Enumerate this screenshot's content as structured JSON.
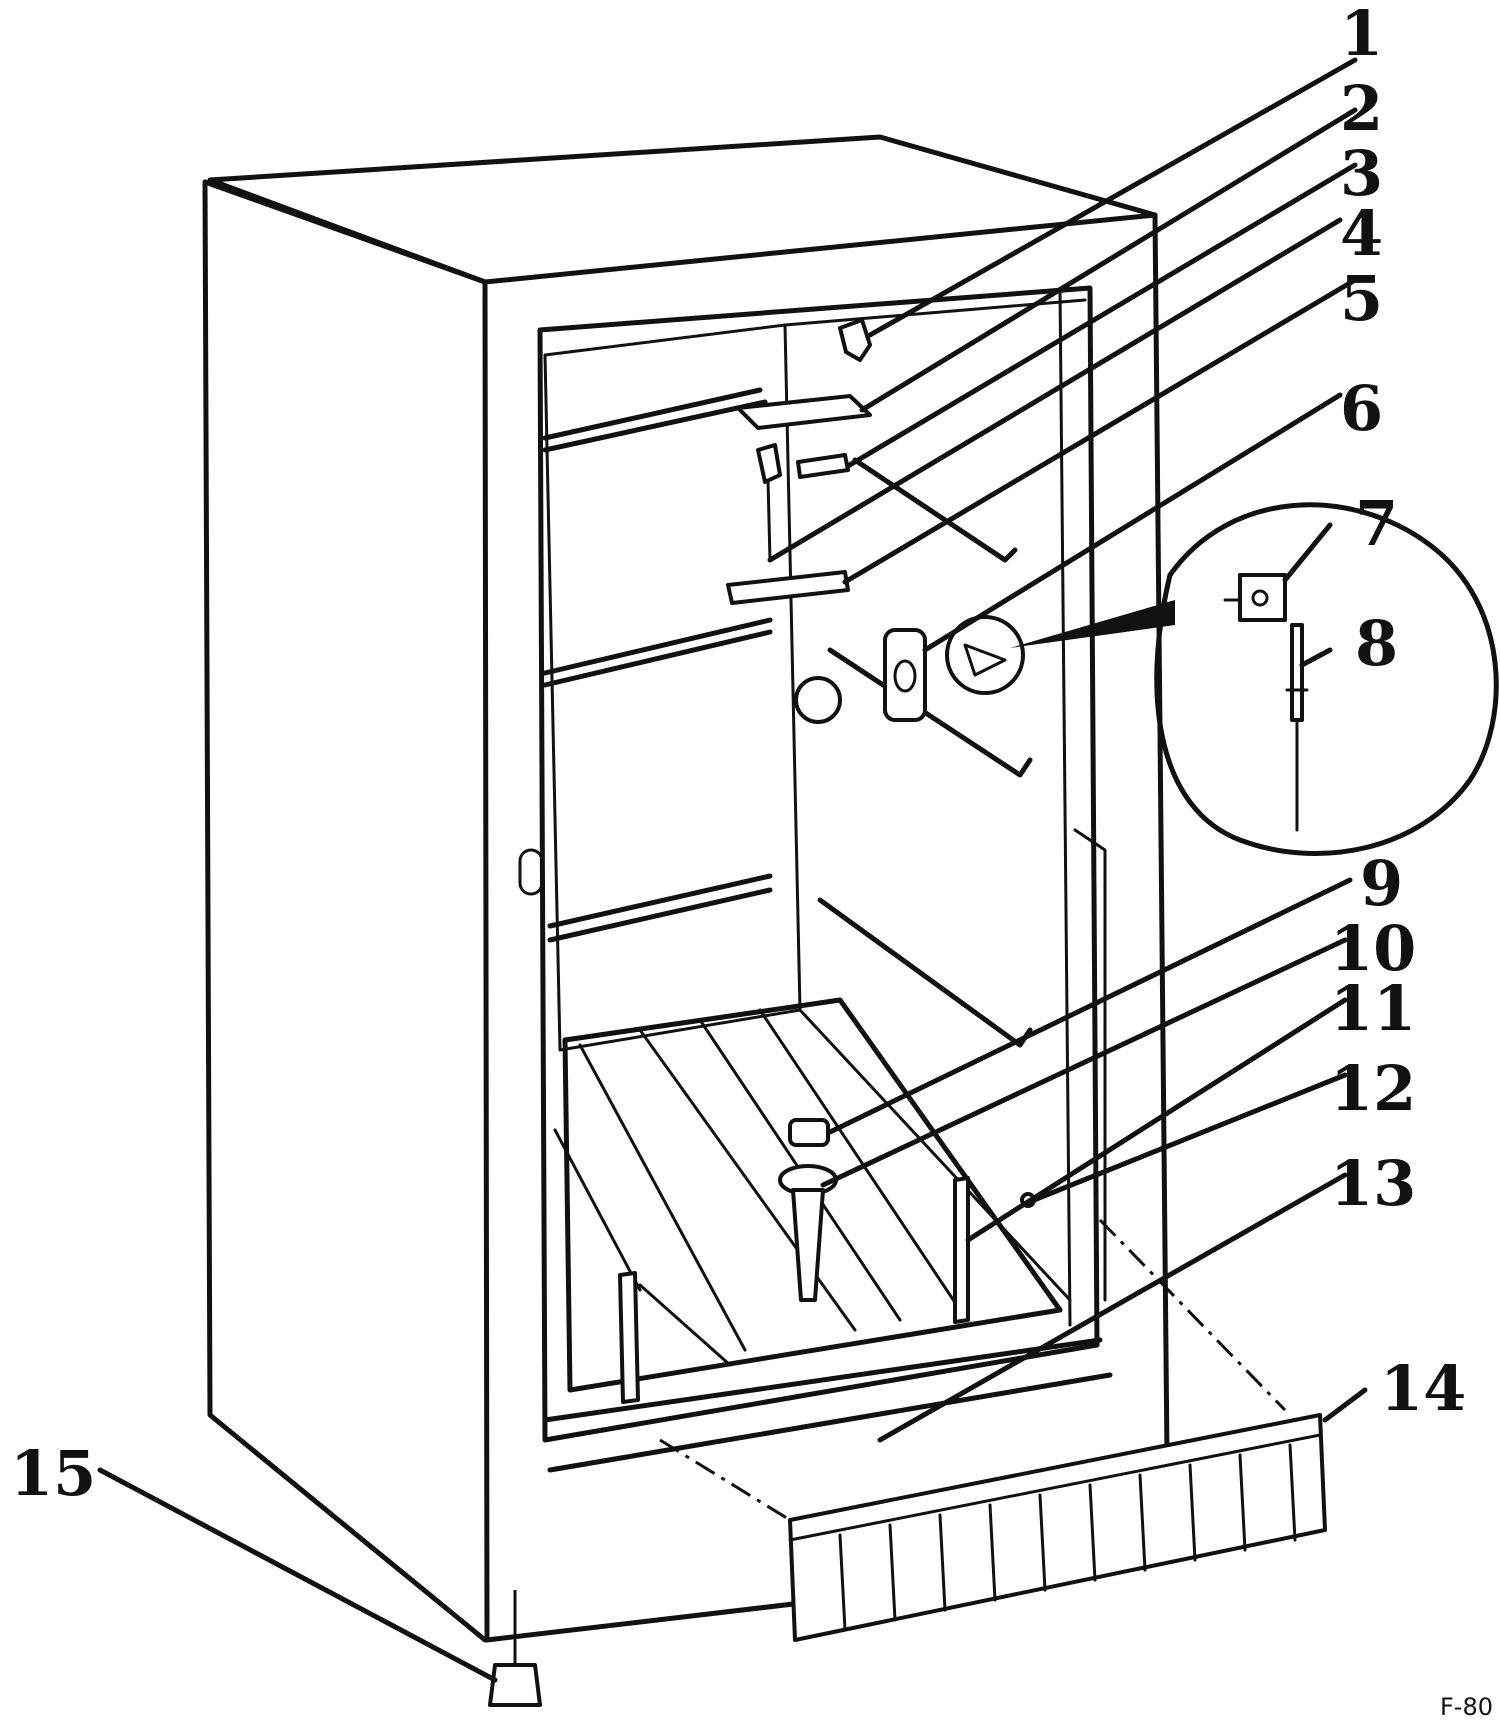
{
  "callouts": [
    {
      "number": "1"
    },
    {
      "number": "2"
    },
    {
      "number": "3"
    },
    {
      "number": "4"
    },
    {
      "number": "5"
    },
    {
      "number": "6"
    },
    {
      "number": "7"
    },
    {
      "number": "8"
    },
    {
      "number": "9"
    },
    {
      "number": "10"
    },
    {
      "number": "11"
    },
    {
      "number": "12"
    },
    {
      "number": "13"
    },
    {
      "number": "14"
    },
    {
      "number": "15"
    }
  ],
  "figure_code": "F-80"
}
